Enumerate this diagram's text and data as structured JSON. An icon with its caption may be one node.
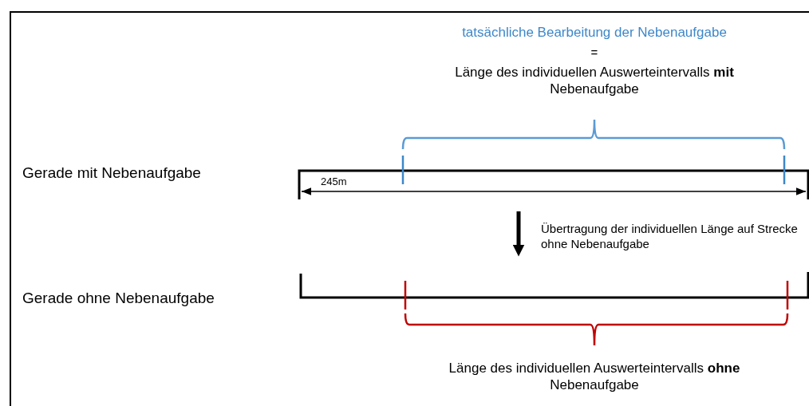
{
  "diagram": {
    "labels": [
      "tatsächliche Bearbeitung der Nebenaufgabe",
      "=",
      "Länge des individuellen Auswerteintervalls **mit** Nebenaufgabe",
      "Gerade mit Nebenaufgabe",
      "245m",
      "Übertragung der individuellen Länge auf Strecke ohne Nebenaufgabe",
      "Gerade ohne Nebenaufgabe",
      "Länge des individuellen Auswerteintervalls **ohne** Nebenaufgabe"
    ]
  }
}
